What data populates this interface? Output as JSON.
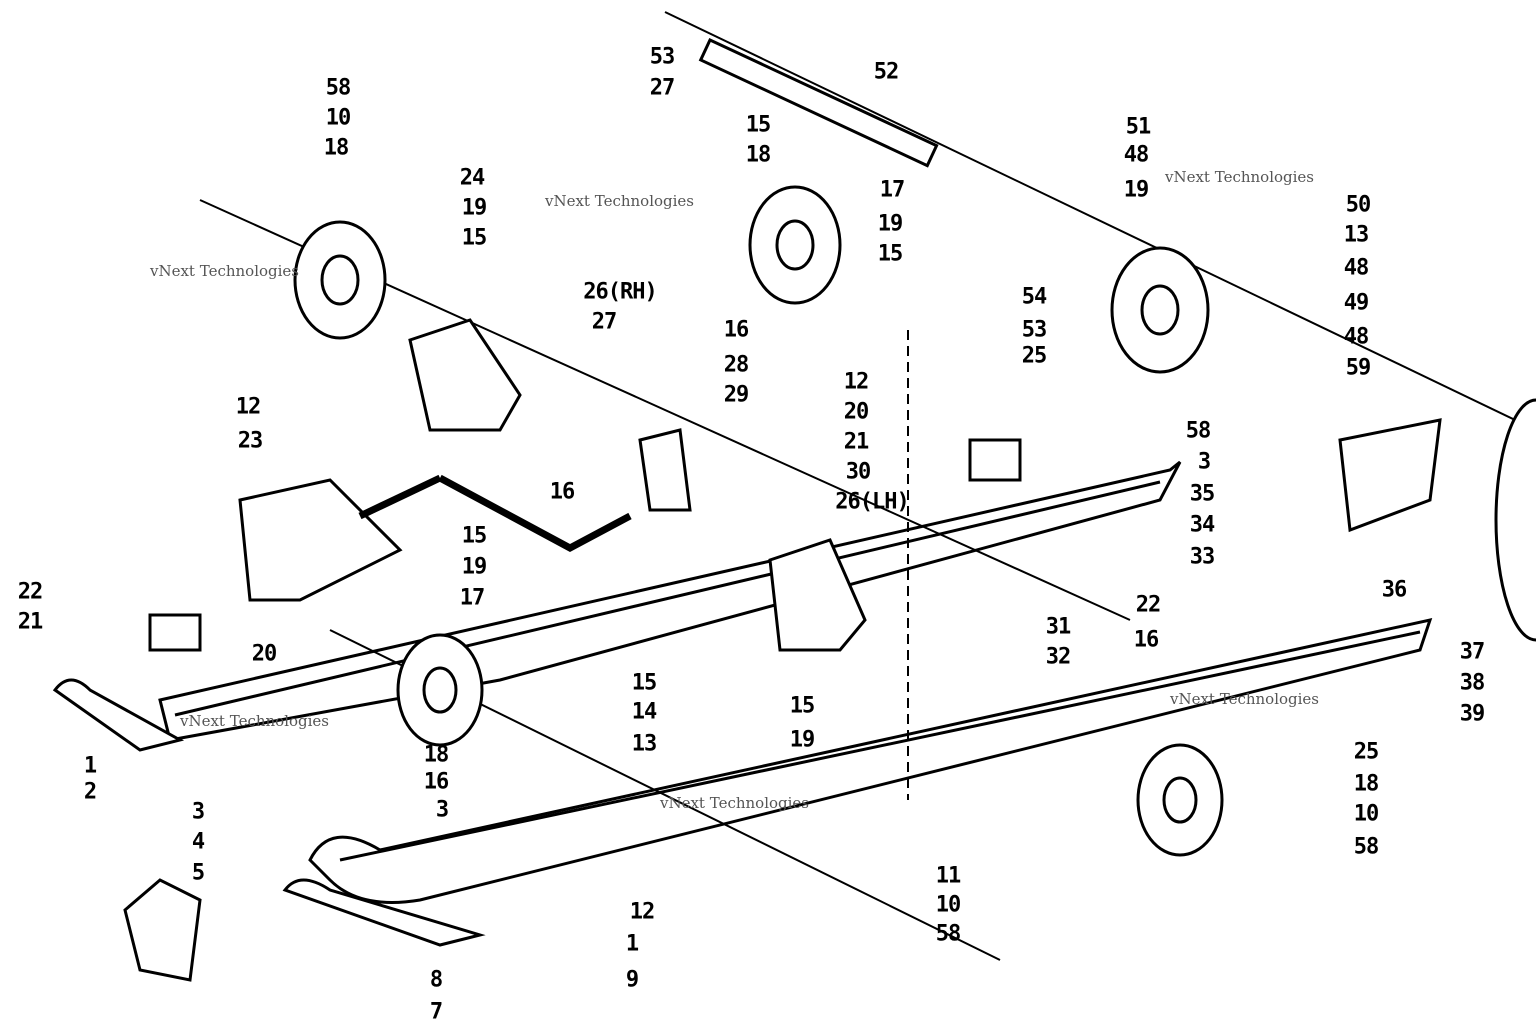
{
  "diagram": {
    "type": "exploded parts diagram",
    "watermark": "vNext Technologies",
    "callouts": [
      "58",
      "10",
      "18",
      "24",
      "19",
      "15",
      "53",
      "27",
      "52",
      "15",
      "18",
      "17",
      "19",
      "15",
      "51",
      "48",
      "19",
      "50",
      "13",
      "48",
      "49",
      "48",
      "59",
      "26(RH)",
      "27",
      "54",
      "53",
      "25",
      "16",
      "12",
      "23",
      "28",
      "29",
      "12",
      "20",
      "21",
      "58",
      "3",
      "35",
      "34",
      "33",
      "30",
      "26(LH)",
      "16",
      "22",
      "16",
      "36",
      "37",
      "38",
      "39",
      "15",
      "19",
      "17",
      "22",
      "21",
      "20",
      "31",
      "32",
      "15",
      "14",
      "13",
      "15",
      "19",
      "1",
      "2",
      "18",
      "16",
      "3",
      "4",
      "5",
      "3",
      "12",
      "11",
      "10",
      "58",
      "1",
      "9",
      "8",
      "7",
      "25",
      "18",
      "10",
      "58"
    ]
  }
}
